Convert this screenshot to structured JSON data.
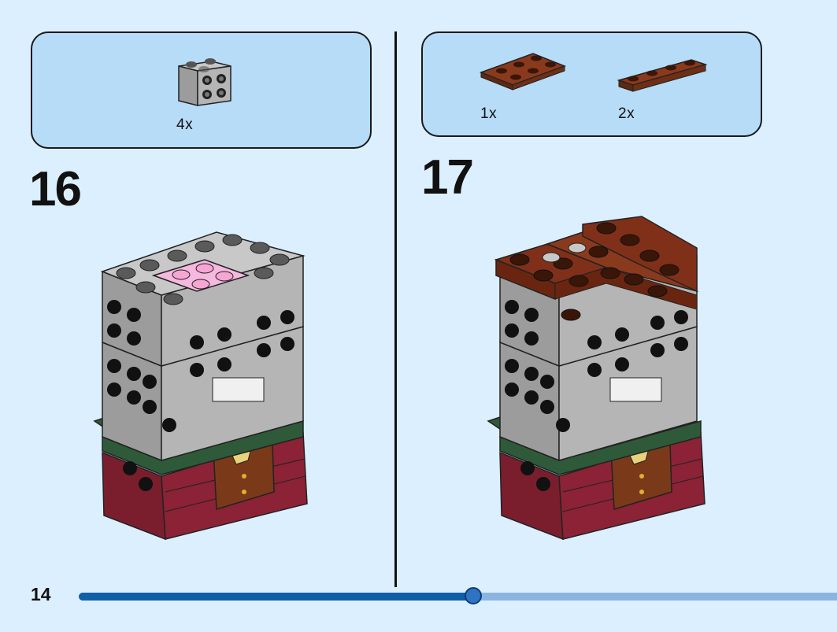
{
  "page": {
    "number": "14",
    "progress": 0.52
  },
  "colors": {
    "background": "#dcefff",
    "parts_box": "#b6dcf7",
    "light_grey": "#a3a3a3",
    "pink": "#f5b8de",
    "reddish_brown": "#803019",
    "dark_red": "#7a1e2e",
    "dark_green": "#2f5a3a",
    "progress_fill": "#0f5ea8",
    "progress_track": "#8cb4e0"
  },
  "steps": [
    {
      "number": "16",
      "parts": [
        {
          "name": "light-grey-brick-2x2-with-studs-on-side",
          "qty": "4x"
        }
      ]
    },
    {
      "number": "17",
      "parts": [
        {
          "name": "reddish-brown-plate-2x3",
          "qty": "1x"
        },
        {
          "name": "reddish-brown-plate-1x4",
          "qty": "2x"
        }
      ]
    }
  ]
}
